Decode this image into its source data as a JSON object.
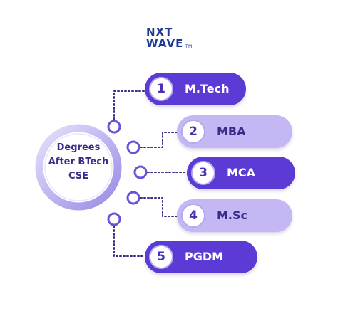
{
  "logo": {
    "line1": "NXT",
    "line2": "WAVE",
    "tm": "TM"
  },
  "hub": {
    "lines": [
      "Degrees",
      "After BTech",
      "CSE"
    ]
  },
  "degrees": [
    {
      "number": "1",
      "label": "M.Tech"
    },
    {
      "number": "2",
      "label": "MBA"
    },
    {
      "number": "3",
      "label": "MCA"
    },
    {
      "number": "4",
      "label": "M.Sc"
    },
    {
      "number": "5",
      "label": "PGDM"
    }
  ],
  "colors": {
    "pill_dark": "#5b3ad6",
    "pill_light": "#c5b6f4",
    "text_on_dark": "#ffffff",
    "text_on_light": "#3b2a86",
    "connector": "#3b2a86",
    "node_ring": "#6a52d8",
    "logo": "#1f3a93"
  },
  "icons": [
    "hub-ring",
    "connector-node"
  ]
}
